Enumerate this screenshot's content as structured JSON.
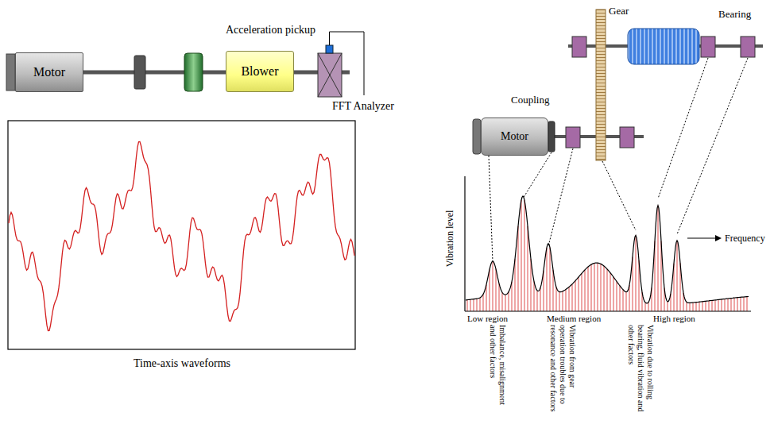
{
  "diagram": {
    "nodes": [
      {
        "text": [
          "Motor"
        ]
      },
      {
        "text": [
          "Blower"
        ]
      },
      {
        "text": [
          "Motor"
        ]
      }
    ],
    "labels": [
      "Acceleration pickup",
      "FFT Analyzer",
      "Time-axis waveforms",
      "Coupling",
      "Gear",
      "Bearing",
      "Vibration level",
      "Frequency",
      "Low region",
      "Medium region",
      "High region",
      "Imbalance, misalignment and other factors",
      "Vibration from gear operation troubles due to resonance and other factors",
      "Vibration due to rolling bearing, fluid vibration and other factors"
    ]
  }
}
